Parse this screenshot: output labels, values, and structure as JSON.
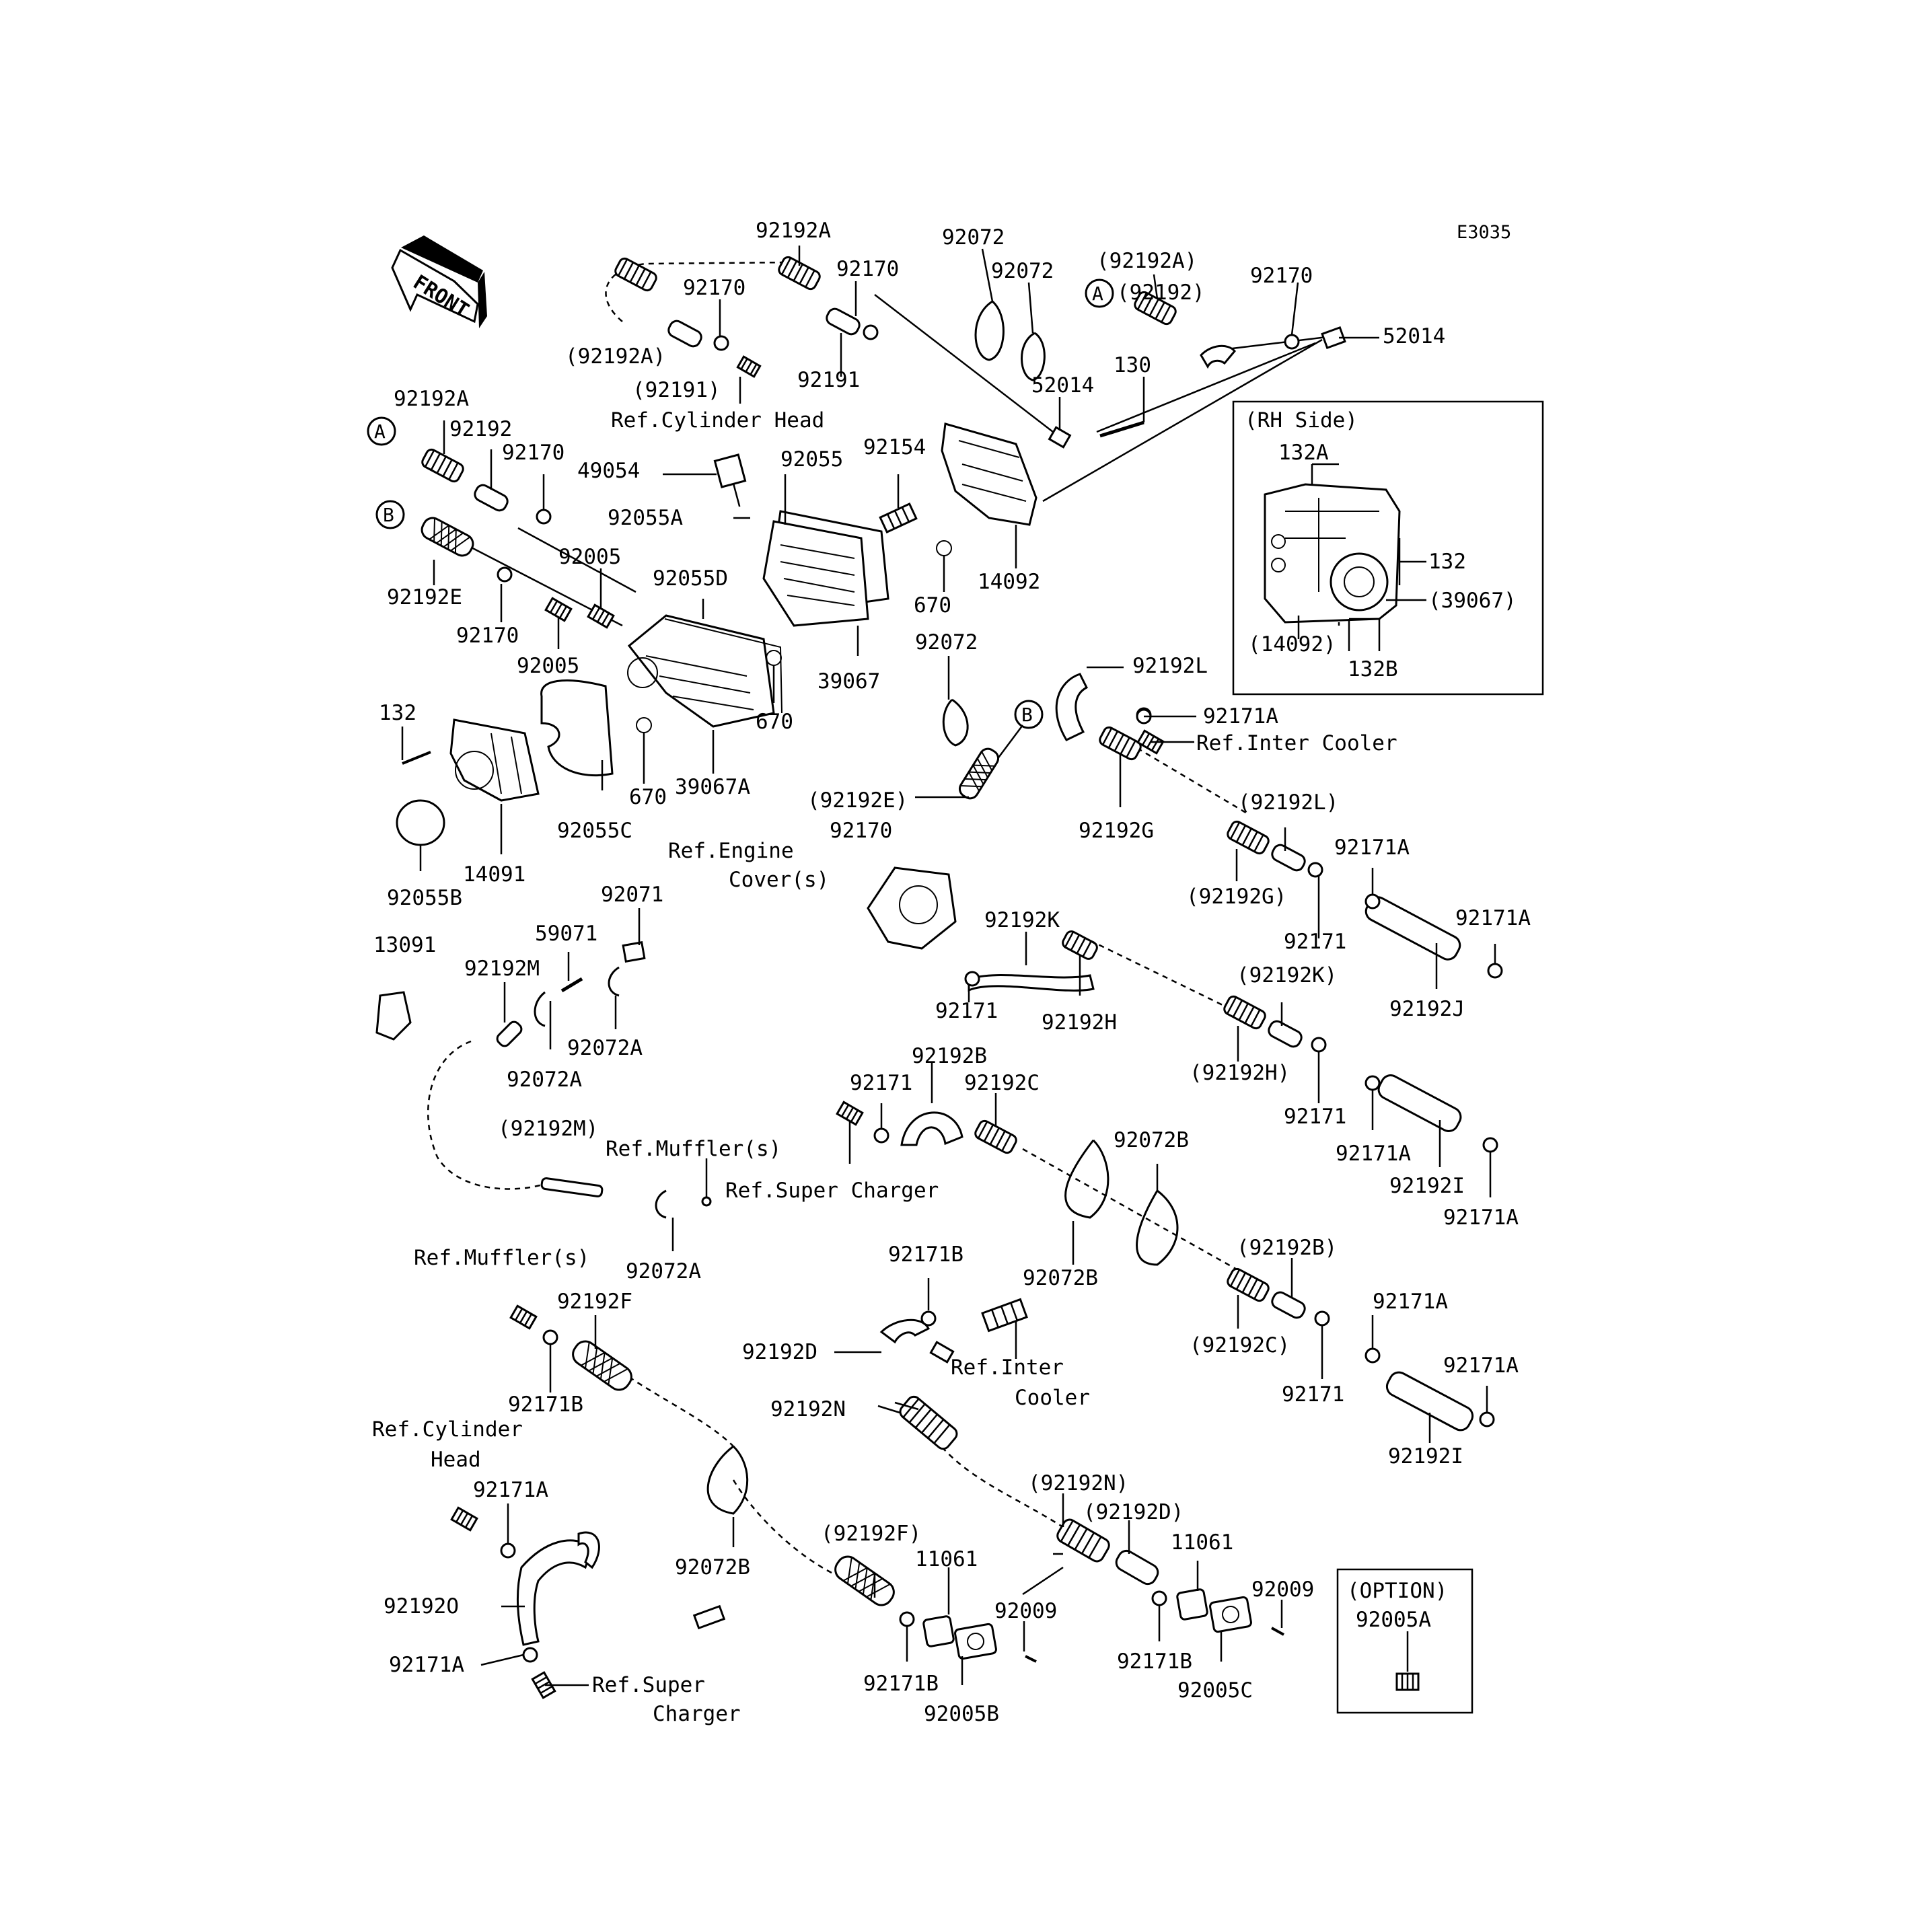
{
  "diagram_code": "E3035",
  "front_label": "FRONT",
  "markers": {
    "a": "A",
    "b": "B"
  },
  "inset": {
    "title": "(RH Side)",
    "labels": [
      "132A",
      "132",
      "(39067)",
      "(14092)",
      "132B"
    ]
  },
  "option_box": {
    "title": "(OPTION)",
    "part": "92005A"
  },
  "labels": {
    "l001": "92192A",
    "l002": "92170",
    "l003": "92072",
    "l004": "92072",
    "l005": "(92192A)",
    "l006": "(92192)",
    "l007": "92170",
    "l008": "52014",
    "l009": "92170",
    "l010": "(92192A)",
    "l011": "(92191)",
    "l012": "92191",
    "l013": "52014",
    "l014": "130",
    "l015": "Ref.Cylinder Head",
    "l016": "92192A",
    "l017": "92192",
    "l018": "92170",
    "l019": "49054",
    "l020": "92055",
    "l021": "92154",
    "l022": "92055A",
    "l023": "14092",
    "l024": "670",
    "l025": "92005",
    "l026": "92055D",
    "l027": "92192E",
    "l028": "92170",
    "l029": "92005",
    "l030": "39067",
    "l031": "92072",
    "l032": "670",
    "l033": "92192L",
    "l034": "92171A",
    "l035": "Ref.Inter Cooler",
    "l036": "132",
    "l037": "670",
    "l038": "39067A",
    "l039": "(92192E)",
    "l040": "92055C",
    "l041": "92170",
    "l042": "(92192L)",
    "l043": "92192G",
    "l044": "Ref.Engine",
    "l045": "Cover(s)",
    "l046": "14091",
    "l047": "92171A",
    "l048": "92055B",
    "l049": "(92192G)",
    "l050": "92071",
    "l051": "59071",
    "l052": "92192K",
    "l053": "92171A",
    "l054": "13091",
    "l055": "92192M",
    "l056": "92171",
    "l057": "(92192K)",
    "l058": "92072A",
    "l059": "92171",
    "l060": "92192H",
    "l061": "92192J",
    "l062": "92072A",
    "l063": "92192B",
    "l064": "92171",
    "l065": "92192C",
    "l066": "(92192H)",
    "l067": "92171",
    "l068": "(92192M)",
    "l069": "Ref.Muffler(s)",
    "l070": "92072B",
    "l071": "92171A",
    "l072": "Ref.Super Charger",
    "l073": "92192I",
    "l074": "92072A",
    "l075": "92171A",
    "l076": "(92192B)",
    "l077": "Ref.Muffler(s)",
    "l078": "92171B",
    "l079": "92072B",
    "l080": "92192F",
    "l081": "92171A",
    "l082": "92192D",
    "l083": "Ref.Inter",
    "l084": "(92192C)",
    "l085": "92171A",
    "l086": "92171B",
    "l087": "Cooler",
    "l088": "92192N",
    "l089": "92171",
    "l090": "Ref.Cylinder",
    "l091": "92192I",
    "l092": "Head",
    "l093": "92171A",
    "l094": "(92192N)",
    "l095": "(92192D)",
    "l096": "11061",
    "l097": "92009",
    "l098": "(92192F)",
    "l099": "11061",
    "l100": "92072B",
    "l101": "92192O",
    "l102": "92009",
    "l103": "92171A",
    "l104": "92171B",
    "l105": "92171B",
    "l106": "92005C",
    "l107": "Ref.Super",
    "l108": "92005B",
    "l109": "Charger"
  }
}
